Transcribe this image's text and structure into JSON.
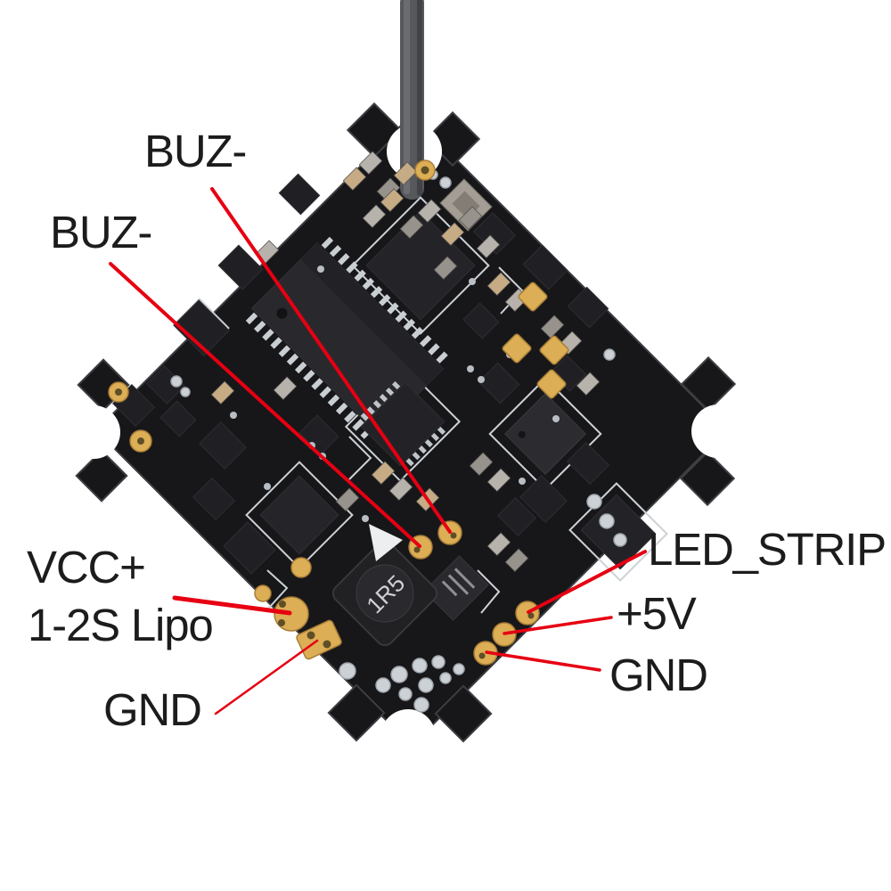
{
  "diagram": {
    "type": "pinout-annotation",
    "subject": "whoop-style flight controller PCB, top view, with receiver antenna wire",
    "background": "#ffffff",
    "colors": {
      "annotation_line": "#e60012",
      "label_text": "#1c1c1c",
      "pcb": "#17171a",
      "pad_gold": "#dcae55",
      "antenna": "#57585c",
      "silkscreen": "#d3d7db"
    },
    "chip_marking": "1R5",
    "labels": [
      {
        "id": "buz-top",
        "text": "BUZ-"
      },
      {
        "id": "buz-left",
        "text": "BUZ-"
      },
      {
        "id": "vcc",
        "text": "VCC+"
      },
      {
        "id": "vcc-note",
        "text": "1-2S Lipo"
      },
      {
        "id": "gnd-left",
        "text": "GND"
      },
      {
        "id": "led-strip",
        "text": "LED_STRIP"
      },
      {
        "id": "plus-5v",
        "text": "+5V"
      },
      {
        "id": "gnd-right",
        "text": "GND"
      }
    ]
  }
}
